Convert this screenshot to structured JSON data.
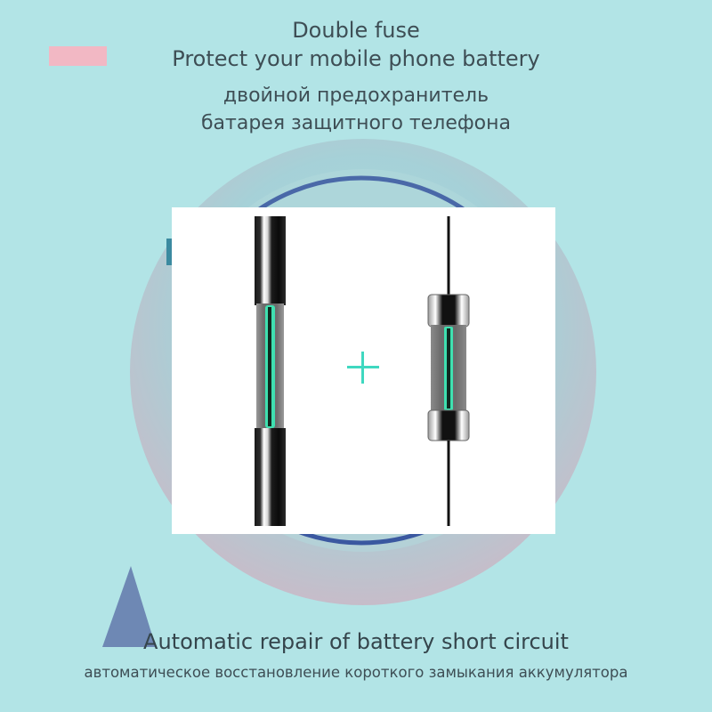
{
  "header": {
    "title_en_line1": "Double fuse",
    "title_en_line2": "Protect your mobile phone battery",
    "title_ru_line1": "двойной предохранитель",
    "title_ru_line2": "батарея защитного телефона"
  },
  "footer": {
    "caption_en": "Automatic repair of battery short circuit",
    "caption_ru": "автоматическое восстановление короткого замыкания аккумулятора"
  },
  "colors": {
    "background": "#b2e4e6",
    "accent_green": "#3fe0b0",
    "plus_color": "#3fd8c0",
    "triangle": "#6e88b4",
    "pink_bar": "#f2b8c4",
    "ring_blue": "#3a5f9c"
  }
}
